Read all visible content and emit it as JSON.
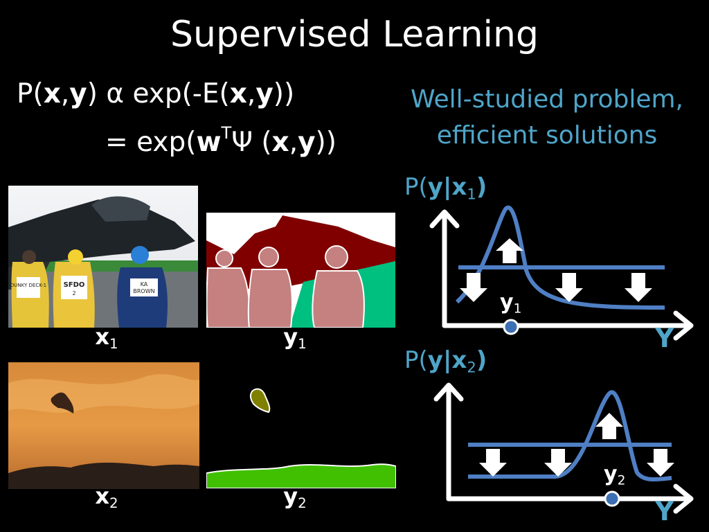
{
  "title": "Supervised Learning",
  "equation": {
    "line1": {
      "p": "P(",
      "x": "x",
      "comma": ",",
      "y": "y",
      "alpha": ") α exp(-E(",
      "x2": "x",
      "comma2": ",",
      "y2": "y",
      "close": "))"
    },
    "line2": {
      "eq": "= exp(",
      "w": "w",
      "T": "T",
      "psi": "Ψ (",
      "x": "x",
      "comma": ",",
      "y": "y",
      "close": "))"
    }
  },
  "note": {
    "line1": "Well-studied problem,",
    "line2": "efficient solutions"
  },
  "examples": [
    {
      "x_label": "x",
      "x_sub": "1",
      "y_label": "y",
      "y_sub": "1"
    },
    {
      "x_label": "x",
      "x_sub": "2",
      "y_label": "y",
      "y_sub": "2"
    }
  ],
  "vests": {
    "left": "DUNKY DECK-1",
    "mid_top": "SFDO",
    "mid_bot": "2",
    "right_top": "KA",
    "right_bot": "BROWN"
  },
  "plots": [
    {
      "p_open": "P(",
      "y": "y",
      "bar": "|",
      "x": "x",
      "sub": "1",
      "p_close": ")",
      "axis_label": "Y",
      "gt_label": "y",
      "gt_sub": "1"
    },
    {
      "p_open": "P(",
      "y": "y",
      "bar": "|",
      "x": "x",
      "sub": "2",
      "p_close": ")",
      "axis_label": "Y",
      "gt_label": "y",
      "gt_sub": "2"
    }
  ],
  "colors": {
    "text": "#ffffff",
    "accent": "#4fa5c9",
    "curve": "#4f7fc4",
    "ground_blue": "#3d6fb4",
    "mask_plane": "#800000",
    "mask_person": "#c58080",
    "mask_grass": "#00c080",
    "mask_bird": "#808000",
    "mask_ground": "#40c000"
  }
}
